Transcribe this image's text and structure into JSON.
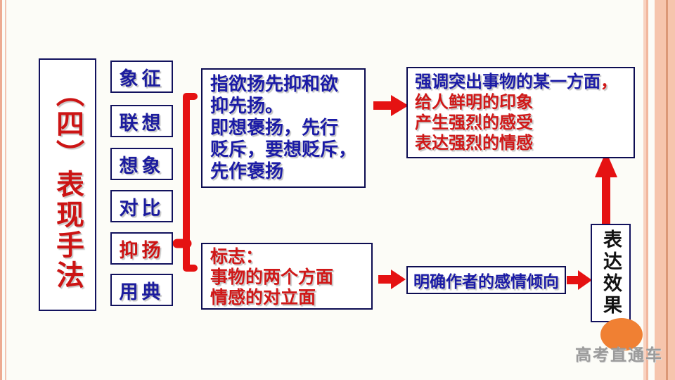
{
  "slide": {
    "watermark": "高考直通车"
  },
  "colors": {
    "connector_red": "#e51212",
    "title_red": "#cc1414",
    "text_blue": "#1b1ba6",
    "text_red": "#d01818",
    "border_navy": "#12125e",
    "side_band_salmon": "#f6c5ad",
    "ellipse_orange": "#f08033"
  },
  "title_box": {
    "text": "（四）表现手法"
  },
  "technique_boxes": [
    {
      "label": "象征"
    },
    {
      "label": "联想"
    },
    {
      "label": "想象"
    },
    {
      "label": "对比"
    },
    {
      "label": "抑扬"
    },
    {
      "label": "用典"
    }
  ],
  "definition_box": {
    "lines": [
      "指欲扬先抑和欲",
      "抑先扬。",
      "即想褒扬，先行",
      "贬斥，要想贬斥，",
      "先作褒扬"
    ]
  },
  "effect_box": {
    "line1": "强调突出事物的某一方面",
    "line1_comma": "，",
    "lines": [
      "给人鲜明的印象",
      "产生强烈的感受",
      "表达强烈的情感"
    ]
  },
  "marker_box": {
    "lines": [
      "标志：",
      "事物的两个方面",
      "情感的对立面"
    ]
  },
  "attitude_box": {
    "text": "明确作者的感情倾向"
  },
  "result_box": {
    "text": "表达效果"
  }
}
